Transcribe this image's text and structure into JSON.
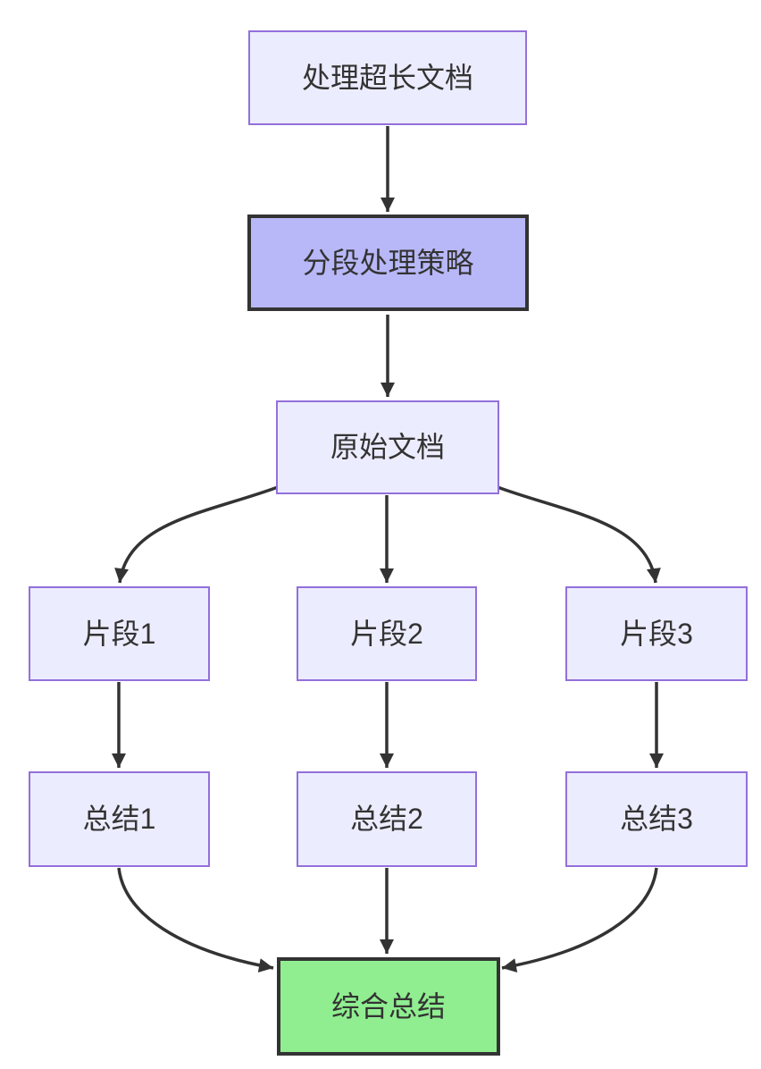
{
  "diagram": {
    "type": "flowchart",
    "direction": "top-down",
    "colors": {
      "node_fill": "#ECECFF",
      "node_border": "#9370DB",
      "highlight_fill": "#B8B8F8",
      "highlight_border": "#333333",
      "result_fill": "#90EE90",
      "result_border": "#333333",
      "edge_color": "#333333",
      "text_color": "#333333",
      "background": "#FFFFFF"
    },
    "nodes": [
      {
        "id": "A",
        "label": "处理超长文档",
        "style": "default"
      },
      {
        "id": "B",
        "label": "分段处理策略",
        "style": "highlight"
      },
      {
        "id": "C",
        "label": "原始文档",
        "style": "default"
      },
      {
        "id": "D",
        "label": "片段1",
        "style": "default"
      },
      {
        "id": "E",
        "label": "片段2",
        "style": "default"
      },
      {
        "id": "F",
        "label": "片段3",
        "style": "default"
      },
      {
        "id": "G",
        "label": "总结1",
        "style": "default"
      },
      {
        "id": "H",
        "label": "总结2",
        "style": "default"
      },
      {
        "id": "I",
        "label": "总结3",
        "style": "default"
      },
      {
        "id": "J",
        "label": "综合总结",
        "style": "result"
      }
    ],
    "edges": [
      {
        "from": "处理超长文档",
        "to": "分段处理策略"
      },
      {
        "from": "分段处理策略",
        "to": "原始文档"
      },
      {
        "from": "原始文档",
        "to": "片段1"
      },
      {
        "from": "原始文档",
        "to": "片段2"
      },
      {
        "from": "原始文档",
        "to": "片段3"
      },
      {
        "from": "片段1",
        "to": "总结1"
      },
      {
        "from": "片段2",
        "to": "总结2"
      },
      {
        "from": "片段3",
        "to": "总结3"
      },
      {
        "from": "总结1",
        "to": "综合总结"
      },
      {
        "from": "总结2",
        "to": "综合总结"
      },
      {
        "from": "总结3",
        "to": "综合总结"
      }
    ]
  }
}
